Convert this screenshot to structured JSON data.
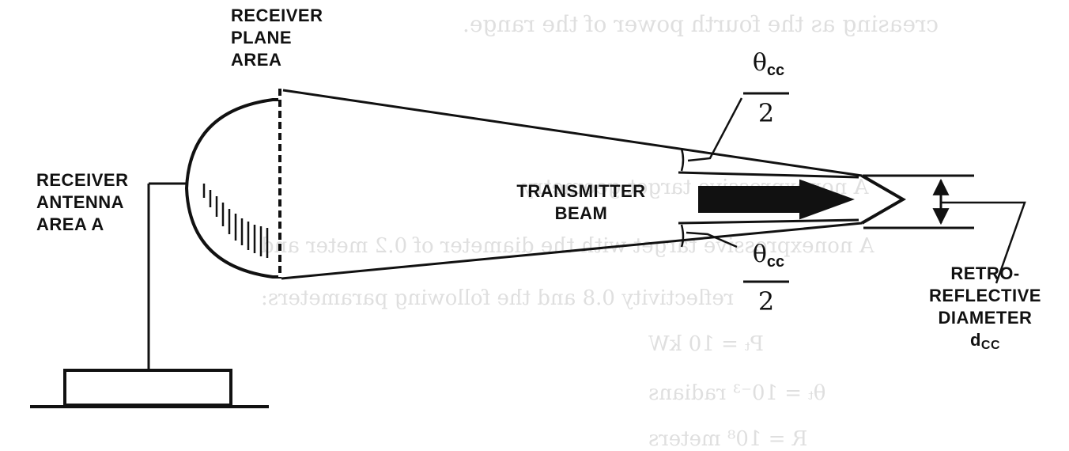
{
  "bleed_through": {
    "line1": "creasing as the fourth power of the range.",
    "line2": "A nonexpressive target geometry",
    "line3": "A nonexpressive target with the diameter of 0.2 meter and",
    "line4": "reflectivity 0.8 and the following parameters:",
    "line5": "Pₜ = 10 kW",
    "line6": "θₜ = 10⁻³ radians",
    "line7": "R = 10⁸ meters"
  },
  "labels": {
    "receiver_plane_area": [
      "RECEIVER",
      "PLANE",
      "AREA"
    ],
    "receiver_antenna_area": [
      "RECEIVER",
      "ANTENNA",
      "AREA A"
    ],
    "transmitter_beam": [
      "TRANSMITTER",
      "BEAM"
    ],
    "retro_reflective_diameter": [
      "RETRO-",
      "REFLECTIVE",
      "DIAMETER"
    ],
    "dcc_symbol": "d",
    "dcc_subscript": "CC"
  },
  "angle_labels": {
    "upper": {
      "theta": "θ",
      "sub": "cc",
      "denominator": "2"
    },
    "lower": {
      "theta": "θ",
      "sub": "cc",
      "denominator": "2"
    }
  },
  "colors": {
    "ink": "#111111",
    "paper": "#ffffff",
    "bleed": "#b9b9b9"
  }
}
